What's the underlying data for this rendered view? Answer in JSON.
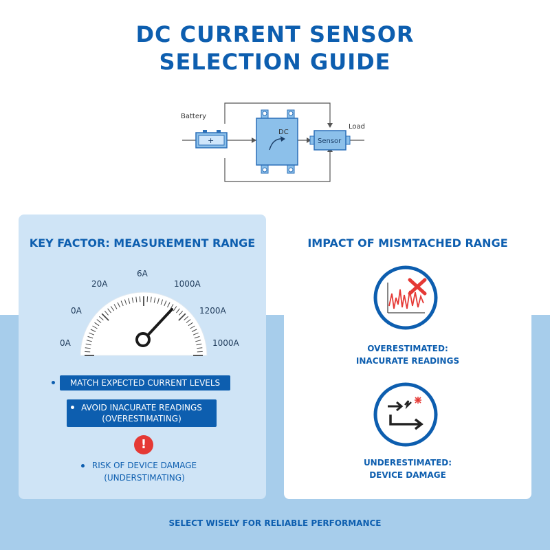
{
  "title": {
    "line1": "DC CURRENT SENSOR",
    "line2": "SELECTION GUIDE"
  },
  "circuit": {
    "battery_label": "Battery",
    "battery_symbol": "+",
    "dc_label": "DC",
    "sensor_label": "Sensor",
    "load_label": "Load"
  },
  "left_panel": {
    "heading": "KEY FACTOR: MEASUREMENT RANGE",
    "gauge_labels": {
      "top": "6A",
      "upper_left": "20A",
      "upper_right": "1000A",
      "mid_left": "0A",
      "mid_right": "1200A",
      "bottom_left": "0A",
      "bottom_right": "1000A"
    },
    "bullets": [
      {
        "line1": "MATCH EXPECTED CURRENT LEVELS"
      },
      {
        "line1": "AVOID INACURATE READINGS",
        "line2": "(OVERESTIMATING)"
      }
    ],
    "risk": {
      "icon": "!",
      "line1": "RISK OF DEVICE DAMAGE",
      "line2": "(UNDERSTIMATING)"
    }
  },
  "right_panel": {
    "heading": "IMPACT OF MISMTACHED RANGE",
    "items": [
      {
        "icon": "noisy-signal-x-icon",
        "line1": "OVERESTIMATED:",
        "line2": "INACURATE READINGS"
      },
      {
        "icon": "broken-arrow-icon",
        "line1": "UNDERESTIMATED:",
        "line2": "DEVICE DAMAGE"
      }
    ]
  },
  "footer": "SELECT WISELY FOR RELIABLE PERFORMANCE",
  "colors": {
    "primary": "#0d5eaf",
    "band": "#a7cdeb",
    "panel": "#cfe4f6",
    "alert": "#e53935"
  }
}
